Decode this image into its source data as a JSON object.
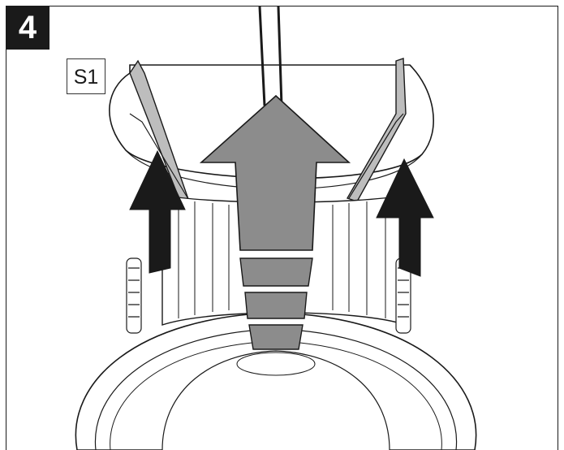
{
  "figure": {
    "step_number": "4",
    "part_label": "S1"
  },
  "colors": {
    "line": "#1a1a1a",
    "big_arrow_fill": "#8c8c8c",
    "small_arrow_fill": "#1a1a1a",
    "clip_fill": "#b3b3b3",
    "background": "#ffffff"
  },
  "icons": {
    "large_arrow": "arrow-up-gray",
    "small_arrows": "arrow-up-black"
  }
}
